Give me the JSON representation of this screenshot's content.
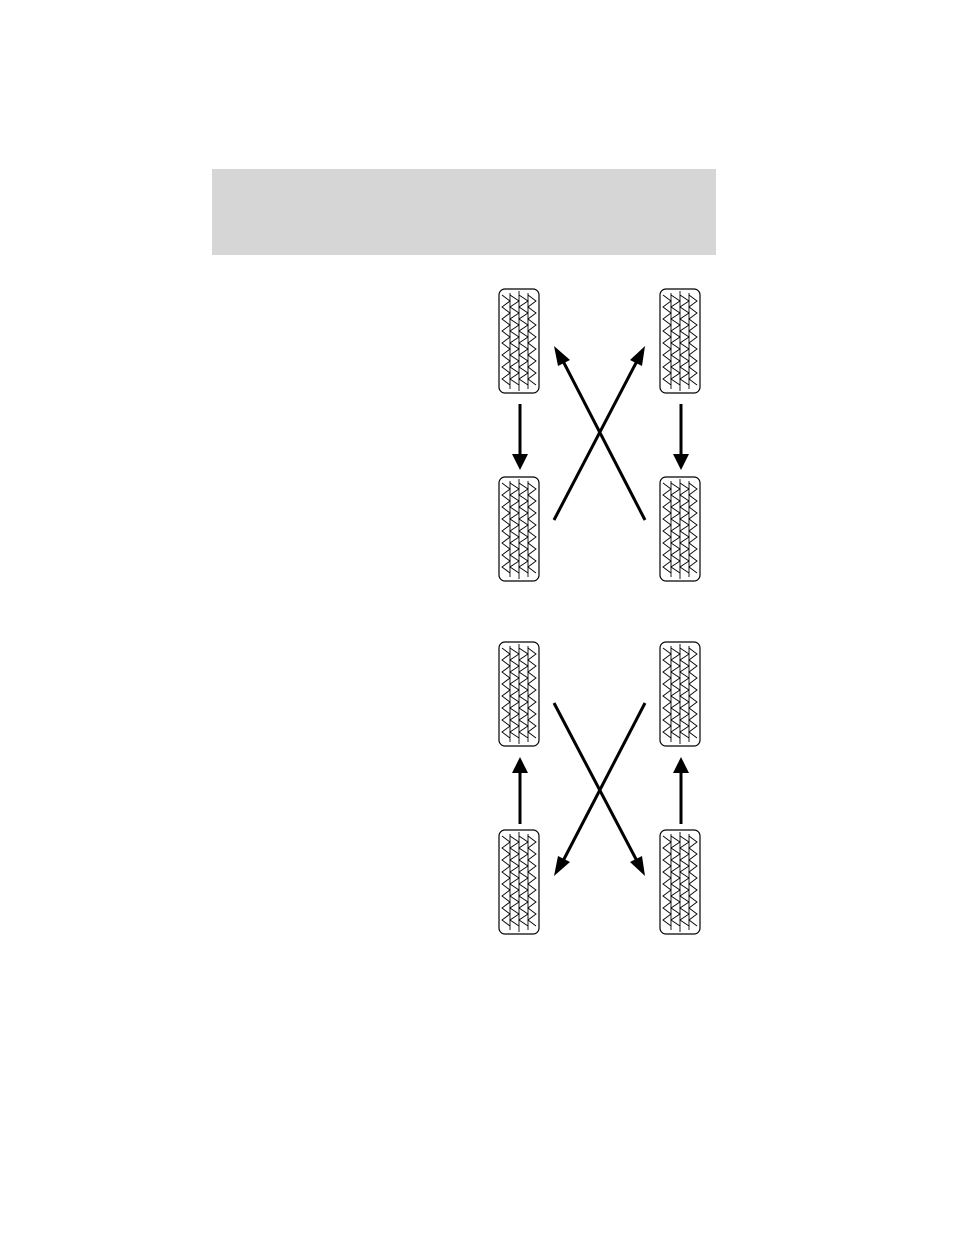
{
  "header": {
    "color": "#d6d6d6"
  },
  "colors": {
    "stroke": "#000000",
    "background": "#ffffff"
  },
  "diagrams": [
    {
      "name": "rotation-diagram-top",
      "tires": [
        "top-left",
        "top-right",
        "bottom-left",
        "bottom-right"
      ],
      "arrows": [
        {
          "from": "top-left",
          "to": "bottom-left",
          "shape": "straight-down"
        },
        {
          "from": "top-right",
          "to": "bottom-right",
          "shape": "straight-down"
        },
        {
          "from": "bottom-left",
          "to": "top-right",
          "shape": "diagonal"
        },
        {
          "from": "bottom-right",
          "to": "top-left",
          "shape": "diagonal"
        }
      ]
    },
    {
      "name": "rotation-diagram-bottom",
      "tires": [
        "top-left",
        "top-right",
        "bottom-left",
        "bottom-right"
      ],
      "arrows": [
        {
          "from": "bottom-left",
          "to": "top-left",
          "shape": "straight-up"
        },
        {
          "from": "bottom-right",
          "to": "top-right",
          "shape": "straight-up"
        },
        {
          "from": "top-left",
          "to": "bottom-right",
          "shape": "diagonal"
        },
        {
          "from": "top-right",
          "to": "bottom-left",
          "shape": "diagonal"
        }
      ]
    }
  ]
}
